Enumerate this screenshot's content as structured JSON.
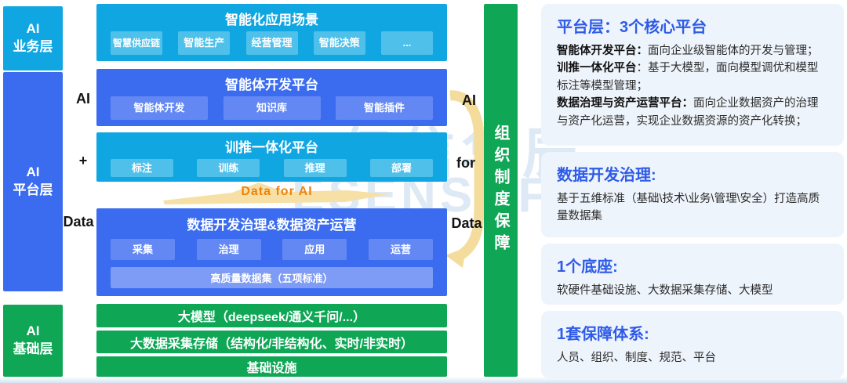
{
  "left_rail": [
    {
      "line1": "AI",
      "line2": "业务层"
    },
    {
      "line1": "AI",
      "line2": "平台层"
    },
    {
      "line1": "AI",
      "line2": "基础层"
    }
  ],
  "connectors": {
    "left": [
      "AI",
      "+",
      "Data"
    ],
    "right": [
      "AI",
      "for",
      "Data"
    ],
    "data_for_ai": "Data  for  AI"
  },
  "mid": {
    "app_box": {
      "title": "智能化应用场景",
      "chips": [
        "智慧供应链",
        "智能生产",
        "经营管理",
        "智能决策",
        "..."
      ]
    },
    "agent_box": {
      "title": "智能体开发平台",
      "chips": [
        "智能体开发",
        "知识库",
        "智能插件"
      ]
    },
    "train_box": {
      "title": "训推一体化平台",
      "chips": [
        "标注",
        "训练",
        "推理",
        "部署"
      ]
    },
    "data_box": {
      "title": "数据开发治理&数据资产运营",
      "chips": [
        "采集",
        "治理",
        "应用",
        "运营"
      ],
      "bar": "高质量数据集（五项标准）"
    },
    "foundation_bars": [
      "大模型（deepseek/通义千问/...）",
      "大数据采集存储（结构化/非结构化、实时/非实时）",
      "基础设施"
    ]
  },
  "org_bar": {
    "label": "组织制度保障"
  },
  "panel": {
    "cards": [
      {
        "heading": "平台层：3个核心平台",
        "paras": [
          {
            "lead": "智能体开发平台：",
            "text": "面向企业级智能体的开发与管理；"
          },
          {
            "lead": "训推一体化平台",
            "text": "：基于大模型，面向模型调优和模型标注等模型管理；"
          },
          {
            "lead": "数据治理与资产运营平台：",
            "text": "面向企业数据资产的治理与资产化运营，实现企业数据资源的资产化转换；"
          }
        ]
      },
      {
        "heading": "数据开发治理:",
        "paras": [
          {
            "lead": "",
            "text": "基于五维标准（基础\\技术\\业务\\管理\\安全）打造高质量数据集"
          }
        ]
      },
      {
        "heading": "1个底座:",
        "paras": [
          {
            "lead": "",
            "text": "软硬件基础设施、大数据采集存储、大模型"
          }
        ]
      },
      {
        "heading": "1套保障体系:",
        "paras": [
          {
            "lead": "",
            "text": "人员、组织、制度、规范、平台"
          }
        ]
      }
    ]
  },
  "watermark": {
    "cn": "亿信华辰",
    "en": "ESENSOFT"
  },
  "colors": {
    "cyan": "#10a6e2",
    "cyan_chip": "#4fc0ea",
    "blue": "#3b6cf0",
    "blue_chip": "#6488f3",
    "blue_bar": "#7e9bf5",
    "green": "#0fa756",
    "heading_blue": "#2e5be8",
    "arrow_yellow": "#f5dda0",
    "arrow_text_orange": "#f0820a"
  }
}
